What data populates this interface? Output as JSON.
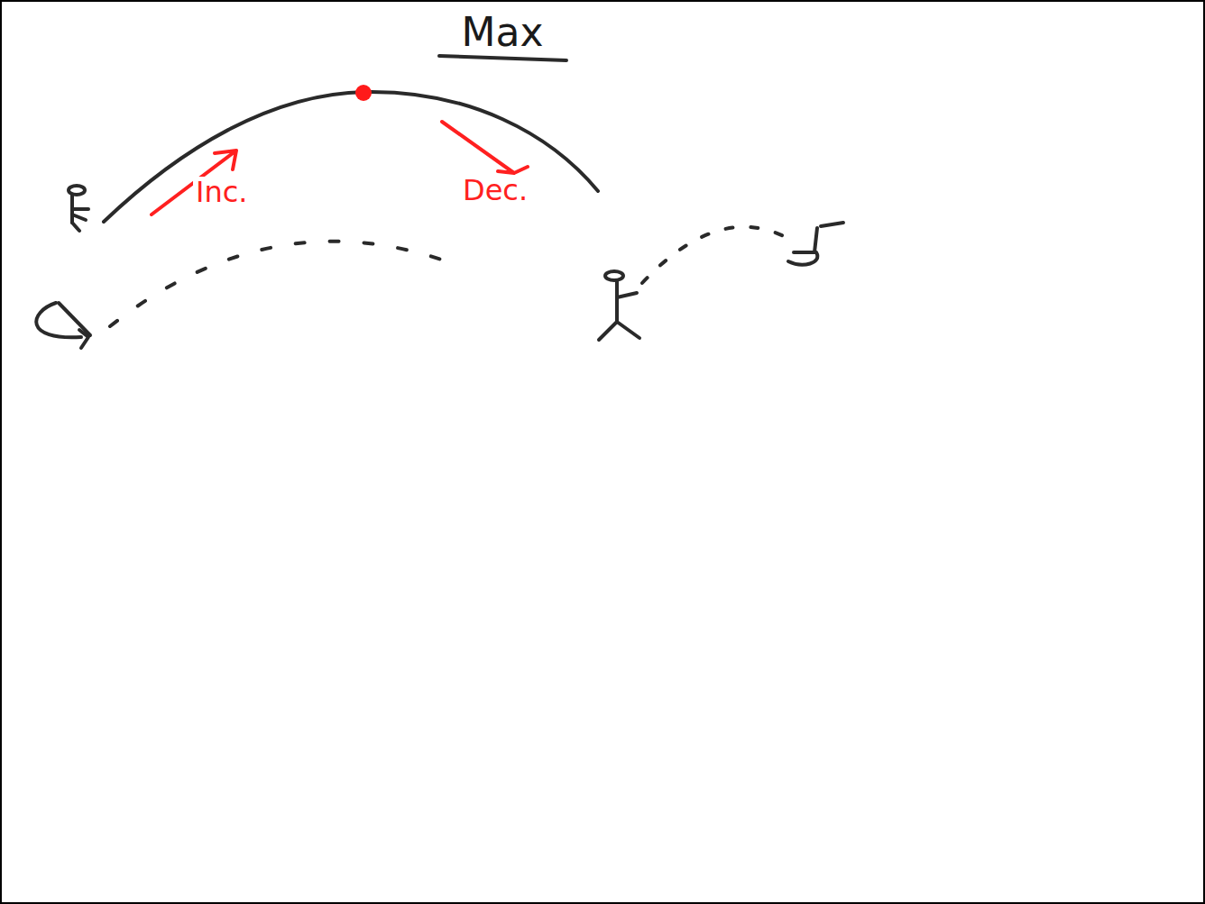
{
  "diagram": {
    "title": "Max",
    "labels": [
      "Inc.",
      "Dec."
    ]
  }
}
